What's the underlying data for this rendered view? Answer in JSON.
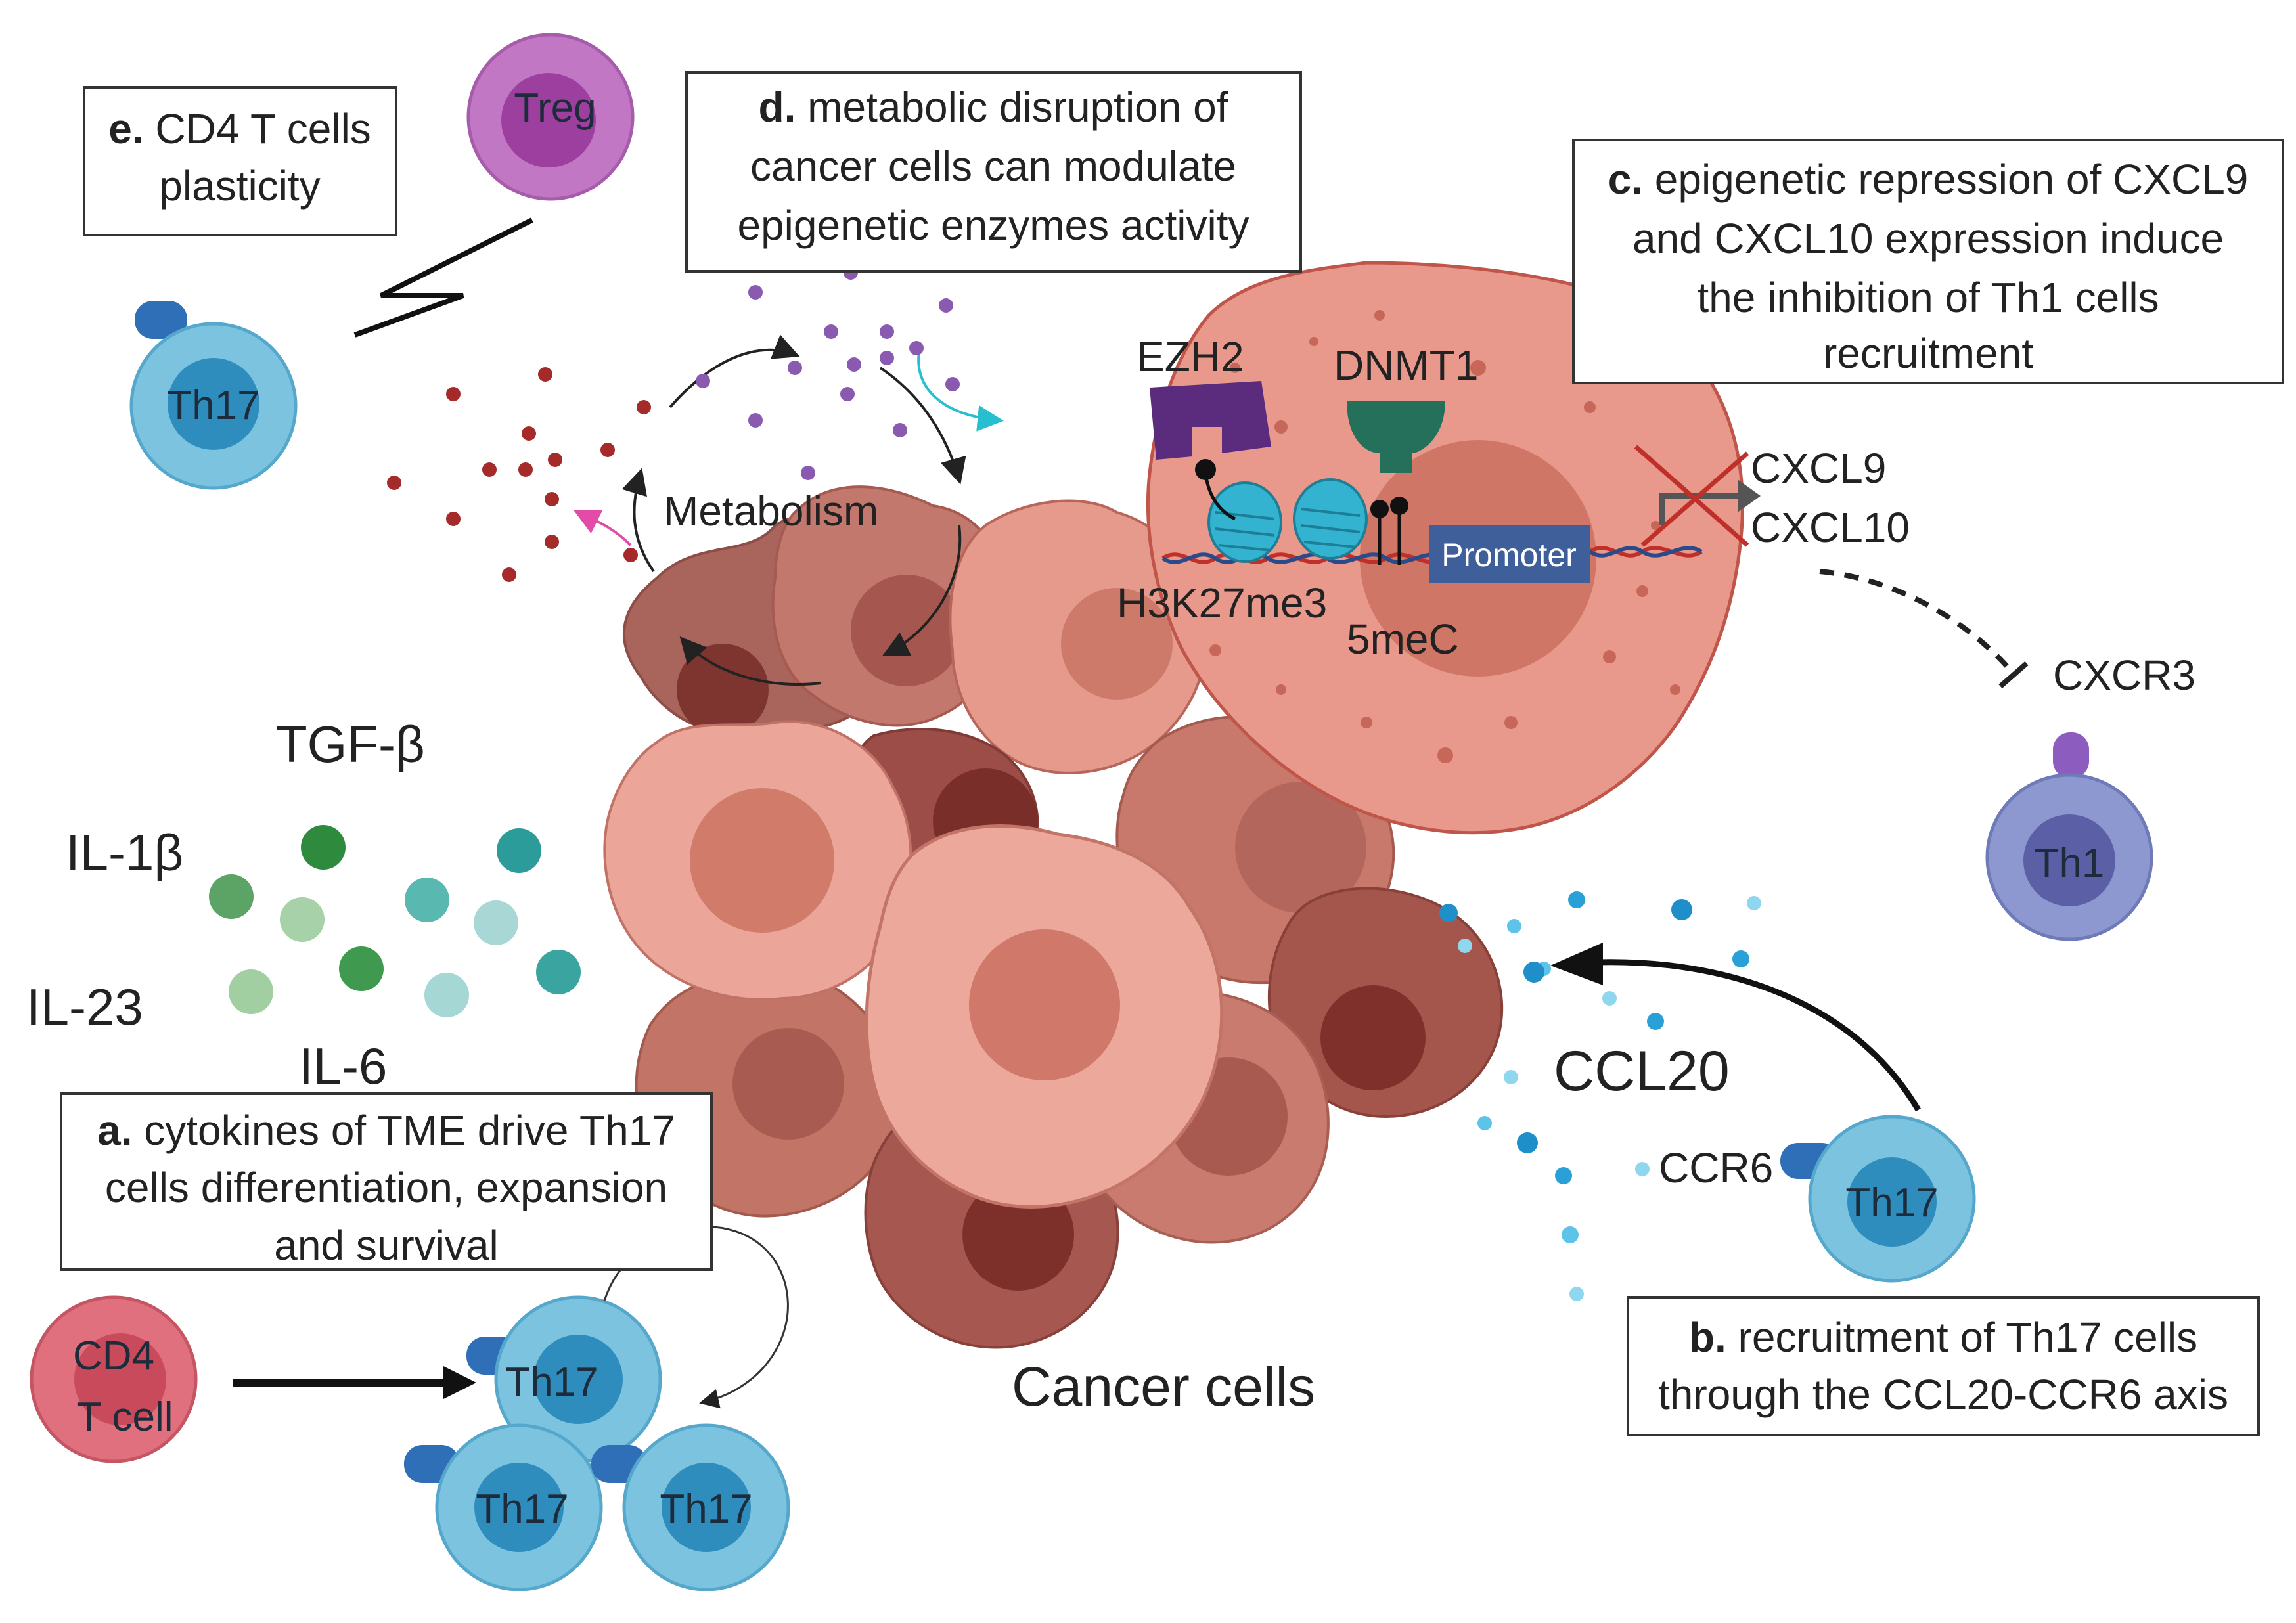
{
  "panels": {
    "a": {
      "letter": "a.",
      "lines": [
        " cytokines of TME drive Th17",
        "cells differentiation, expansion",
        "and survival"
      ]
    },
    "b": {
      "letter": "b.",
      "lines": [
        " recruitment of Th17 cells",
        "through the CCL20-CCR6 axis"
      ]
    },
    "c": {
      "letter": "c.",
      "lines": [
        " epigenetic repression of CXCL9",
        "and CXCL10 expression induce",
        "the inhibition of Th1 cells",
        "recruitment"
      ]
    },
    "d": {
      "letter": "d.",
      "lines": [
        " metabolic disruption of",
        "cancer cells can modulate",
        "epigenetic enzymes activity"
      ]
    },
    "e": {
      "letter": "e.",
      "lines": [
        " CD4 T cells",
        "plasticity"
      ]
    }
  },
  "cells": {
    "treg": "Treg",
    "th17": "Th17",
    "th1": "Th1",
    "cd4_line1": "CD4",
    "cd4_line2": "T cell"
  },
  "labels": {
    "cancer_cells": "Cancer cells",
    "metabolism": "Metabolism",
    "ezh2": "EZH2",
    "dnmt1": "DNMT1",
    "h3k27me3": "H3K27me3",
    "meC": "5meC",
    "promoter": "Promoter",
    "cxcl9": "CXCL9",
    "cxcl10": "CXCL10",
    "cxcr3": "CXCR3",
    "ccl20": "CCL20",
    "ccr6": "CCR6"
  },
  "cytokines": [
    "TGF-β",
    "IL-1β",
    "IL-23",
    "IL-6"
  ],
  "colors": {
    "th17": "#7cc3e0",
    "th17_nucleus": "#2f8dbd",
    "treg": "#c277c4",
    "th1": "#8c98cf",
    "cd4": "#e0707e",
    "cancer_light": "#e9a195",
    "cancer_dark": "#a5574f",
    "ezh2": "#5b2c7e",
    "dnmt1": "#25705a",
    "promoter": "#3f5f9a",
    "inhibition": "#c0302b"
  }
}
